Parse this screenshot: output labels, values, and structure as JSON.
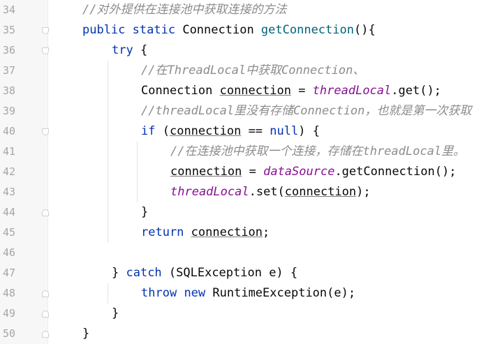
{
  "editor": {
    "lines": [
      {
        "n": "34",
        "t": [
          {
            "c": "cm",
            "v": "//对外提供在连接池中获取连接的方法"
          }
        ]
      },
      {
        "n": "35",
        "t": [
          {
            "c": "kw",
            "v": "public"
          },
          {
            "c": "",
            "v": " "
          },
          {
            "c": "kw",
            "v": "static"
          },
          {
            "c": "",
            "v": " Connection "
          },
          {
            "c": "fn",
            "v": "getConnection"
          },
          {
            "c": "",
            "v": "(){"
          }
        ]
      },
      {
        "n": "36",
        "t": [
          {
            "c": "kw",
            "v": "try"
          },
          {
            "c": "",
            "v": " {"
          }
        ]
      },
      {
        "n": "37",
        "t": [
          {
            "c": "cm",
            "v": "//在ThreadLocal中获取Connection、"
          }
        ]
      },
      {
        "n": "38",
        "t": [
          {
            "c": "",
            "v": "Connection "
          },
          {
            "c": "ul",
            "v": "connection"
          },
          {
            "c": "",
            "v": " = "
          },
          {
            "c": "st",
            "v": "threadLocal"
          },
          {
            "c": "",
            "v": ".get();"
          }
        ]
      },
      {
        "n": "39",
        "t": [
          {
            "c": "cm",
            "v": "//threadLocal里没有存储Connection，也就是第一次获取"
          }
        ]
      },
      {
        "n": "40",
        "t": [
          {
            "c": "kw",
            "v": "if"
          },
          {
            "c": "",
            "v": " ("
          },
          {
            "c": "ul",
            "v": "connection"
          },
          {
            "c": "",
            "v": " == "
          },
          {
            "c": "kw",
            "v": "null"
          },
          {
            "c": "",
            "v": ") {"
          }
        ]
      },
      {
        "n": "41",
        "t": [
          {
            "c": "cm",
            "v": "//在连接池中获取一个连接，存储在threadLocal里。"
          }
        ]
      },
      {
        "n": "42",
        "t": [
          {
            "c": "ul",
            "v": "connection"
          },
          {
            "c": "",
            "v": " = "
          },
          {
            "c": "st",
            "v": "dataSource"
          },
          {
            "c": "",
            "v": ".getConnection();"
          }
        ]
      },
      {
        "n": "43",
        "t": [
          {
            "c": "st",
            "v": "threadLocal"
          },
          {
            "c": "",
            "v": ".set("
          },
          {
            "c": "ul",
            "v": "connection"
          },
          {
            "c": "",
            "v": ");"
          }
        ]
      },
      {
        "n": "44",
        "t": [
          {
            "c": "",
            "v": "}"
          }
        ]
      },
      {
        "n": "45",
        "t": [
          {
            "c": "kw",
            "v": "return"
          },
          {
            "c": "",
            "v": " "
          },
          {
            "c": "ul",
            "v": "connection"
          },
          {
            "c": "",
            "v": ";"
          }
        ]
      },
      {
        "n": "46",
        "t": []
      },
      {
        "n": "47",
        "t": [
          {
            "c": "",
            "v": "} "
          },
          {
            "c": "kw",
            "v": "catch"
          },
          {
            "c": "",
            "v": " (SQLException e) {"
          }
        ]
      },
      {
        "n": "48",
        "t": [
          {
            "c": "kw",
            "v": "throw"
          },
          {
            "c": "",
            "v": " "
          },
          {
            "c": "kw",
            "v": "new"
          },
          {
            "c": "",
            "v": " RuntimeException(e);"
          }
        ]
      },
      {
        "n": "49",
        "t": [
          {
            "c": "",
            "v": "}"
          }
        ]
      },
      {
        "n": "50",
        "t": [
          {
            "c": "",
            "v": "}"
          }
        ]
      }
    ]
  }
}
